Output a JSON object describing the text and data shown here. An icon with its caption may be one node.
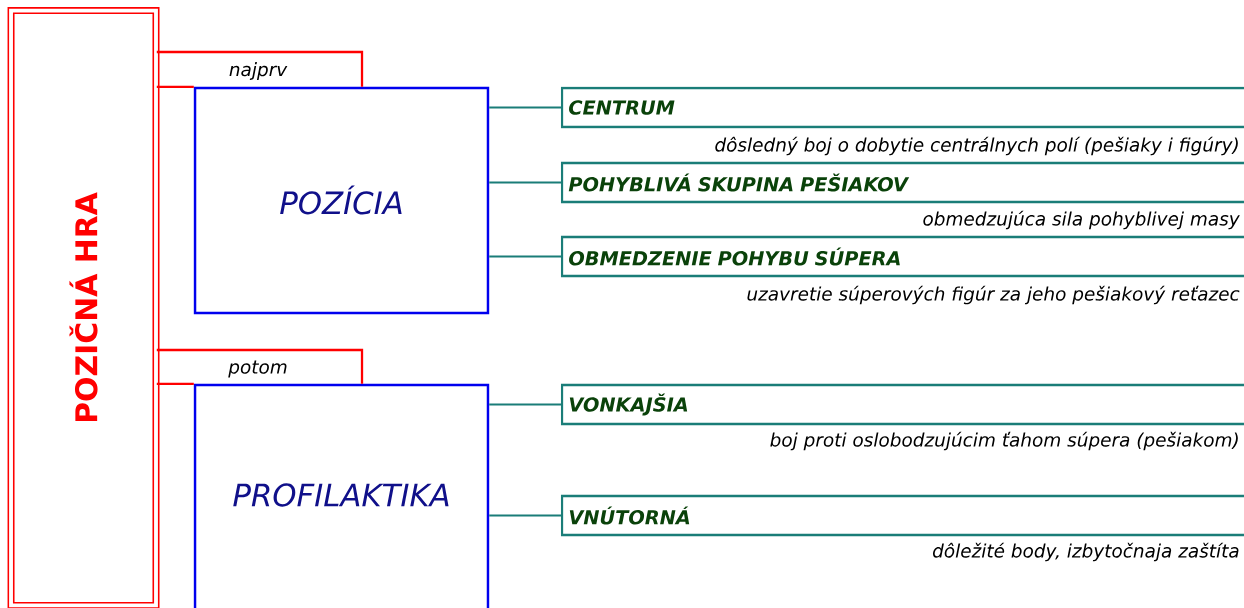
{
  "diagram": {
    "nodes": [
      {
        "text": [
          "POZIČNÁ HRA"
        ]
      },
      {
        "text": [
          "POZÍCIA"
        ]
      },
      {
        "text": [
          "CENTRUM"
        ],
        "beside": [
          "dôsledný boj o dobytie centrálnych polí (pešiaky i figúry)"
        ]
      },
      {
        "text": [
          "POHYBLIVÁ SKUPINA PEŠIAKOV"
        ],
        "beside": [
          "obmedzujúca sila pohyblivej masy"
        ]
      },
      {
        "text": [
          "OBMEDZENIE POHYBU SÚPERA"
        ],
        "beside": [
          "uzavretie súperových figúr za jeho pešiakový reťazec"
        ]
      },
      {
        "text": [
          "PROFILAKTIKA"
        ]
      },
      {
        "text": [
          "VONKAJŠIA"
        ],
        "beside": [
          "boj proti oslobodzujúcim ťahom súpera (pešiakom)"
        ]
      },
      {
        "text": [
          "VNÚTORNÁ"
        ],
        "beside": [
          "dôležité body, izbytočnaja zaštíta"
        ]
      }
    ],
    "edges": [
      {
        "from": 0,
        "to": 1,
        "arrow": "none",
        "label": "najprv",
        "color": "#ff0000"
      },
      {
        "from": 1,
        "to": 2,
        "arrow": "none"
      },
      {
        "from": 1,
        "to": 3,
        "arrow": "none"
      },
      {
        "from": 1,
        "to": 4,
        "arrow": "none"
      },
      {
        "from": 0,
        "to": 5,
        "arrow": "none",
        "label": "potom",
        "color": "#ff0000"
      },
      {
        "from": 5,
        "to": 6,
        "arrow": "none"
      },
      {
        "from": 5,
        "to": 7,
        "arrow": "none"
      }
    ]
  }
}
